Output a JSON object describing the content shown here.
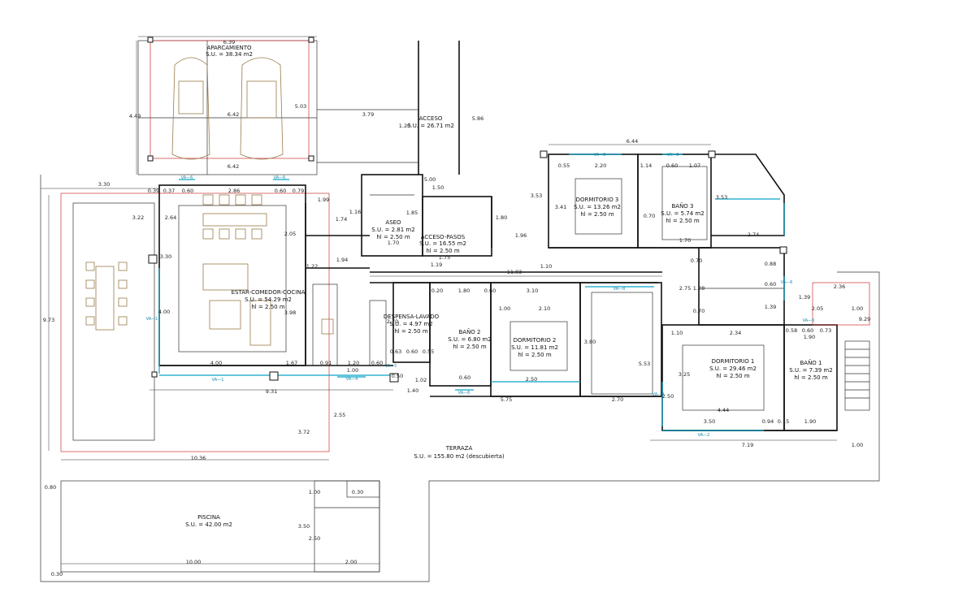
{
  "rooms": {
    "aparcamiento": {
      "name": "APARCAMIENTO",
      "area": "S.U. = 38.34 m2"
    },
    "acceso": {
      "name": "ACCESO",
      "area": "S.U. = 26.71 m2"
    },
    "aseo": {
      "name": "ASEO",
      "area": "S.U. = 2.81 m2",
      "height": "hl = 2.50 m"
    },
    "acceso_pasos": {
      "name": "ACCESO-PASOS",
      "area": "S.U. = 16.55 m2",
      "height": "hl = 2.50 m"
    },
    "dormitorio3": {
      "name": "DORMITORIO 3",
      "area": "S.U. = 13.26 m2",
      "height": "hl = 2.50 m"
    },
    "bano3": {
      "name": "BAÑO 3",
      "area": "S.U. = 5.74 m2",
      "height": "hl = 2.50 m"
    },
    "estar": {
      "name": "ESTAR-COMEDOR-COCINA",
      "area": "S.U. = 54.29 m2",
      "height": "hl = 2.50 m"
    },
    "despensa": {
      "name": "DESPENSA-LAVADO",
      "area": "S.U. = 4.97 m2",
      "height": "hl = 2.50 m"
    },
    "bano2": {
      "name": "BAÑO 2",
      "area": "S.U. = 6.80 m2",
      "height": "hl = 2.50 m"
    },
    "dormitorio2": {
      "name": "DORMITORIO 2",
      "area": "S.U. = 11.81 m2",
      "height": "hl = 2.50 m"
    },
    "dormitorio1": {
      "name": "DORMITORIO 1",
      "area": "S.U. = 29.46 m2",
      "height": "hl = 2.50 m"
    },
    "bano1": {
      "name": "BAÑO 1",
      "area": "S.U. = 7.39 m2",
      "height": "hl = 2.50 m"
    },
    "terraza": {
      "name": "TERRAZA",
      "area": "S.U. = 155.80 m2 (descubierta)"
    },
    "piscina": {
      "name": "PISCINA",
      "area": "S.U. = 42.00 m2"
    }
  },
  "windows": {
    "va1": "VA—1",
    "va2": "VA—2",
    "va3": "VA—3",
    "va4": "VA—4",
    "va5": "VA—5",
    "va6": "VA—6",
    "va8": "VA—8"
  },
  "dims": {
    "d_639": "6.39",
    "d_449": "4.49",
    "d_642a": "6.42",
    "d_503": "5.03",
    "d_642b": "6.42",
    "d_379": "3.79",
    "d_120": "1.20",
    "d_586": "5.86",
    "d_644": "6.44",
    "d_330": "3.30",
    "d_039": "0.39",
    "d_037": "0.37",
    "d_060a": "0.60",
    "d_286": "2.86",
    "d_060b": "0.60",
    "d_079": "0.79",
    "d_322": "3.22",
    "d_264": "2.64",
    "d_199": "1.99",
    "d_174": "1.74",
    "d_116": "1.16",
    "d_500": "5.00",
    "d_150": "1.50",
    "d_353": "3.53",
    "d_055": "0.55",
    "d_220": "2.20",
    "d_114": "1.14",
    "d_060c": "0.60",
    "d_107": "1.07",
    "d_341": "3.41",
    "d_180a": "1.80",
    "d_196": "1.96",
    "d_070a": "0.70",
    "d_170a": "1.70",
    "d_353b": "3.53",
    "d_274": "2.74",
    "d_170b": "1.70",
    "d_175": "1.75",
    "d_194": "1.94",
    "d_122": "1.22",
    "d_119": "1.19",
    "d_1103": "11.03",
    "d_110": "1.10",
    "d_070b": "0.70",
    "d_088": "0.88",
    "d_973": "9.73",
    "d_400a": "4.00",
    "d_020": "0.20",
    "d_180b": "1.80",
    "d_060d": "0.60",
    "d_310": "3.10",
    "d_100a": "1.00",
    "d_210": "2.10",
    "d_275": "2.75",
    "d_128": "1.28",
    "d_060e": "0.60",
    "d_139": "1.39",
    "d_070c": "0.70",
    "d_205": "2.05",
    "d_100b": "1.00",
    "d_236": "2.36",
    "d_139b": "1.39",
    "d_234": "2.34",
    "d_110b": "1.10",
    "d_058": "0.58",
    "d_060f": "0.60",
    "d_073": "0.73",
    "d_190a": "1.90",
    "d_929": "9.29",
    "d_400b": "4.00",
    "d_167": "1.67",
    "d_091": "0.91",
    "d_120b": "1.20",
    "d_060g": "0.60",
    "d_100c": "1.00",
    "d_063": "0.63",
    "d_060h": "0.60",
    "d_055b": "0.55",
    "d_060i": "0.60",
    "d_250a": "2.50",
    "d_380": "3.80",
    "d_553": "5.53",
    "d_325": "3.25",
    "d_931": "9.31",
    "d_140": "1.40",
    "d_575": "5.75",
    "d_270": "2.70",
    "d_250b": "2.50",
    "d_350": "3.50",
    "d_094": "0.94",
    "d_015": "0.15",
    "d_190b": "1.90",
    "d_444": "4.44",
    "d_719": "7.19",
    "d_100d": "1.00",
    "d_372": "3.72",
    "d_255": "2.55",
    "d_1036": "10.36",
    "d_080": "0.80",
    "d_100e": "1.00",
    "d_030": "0.30",
    "d_350b": "3.50",
    "d_250c": "2.50",
    "d_1000": "10.00",
    "d_200": "2.00",
    "d_030b": "0.30",
    "d_102": "1.02",
    "d_050": "0.50",
    "d_398": "3.98",
    "d_330b": "3.30",
    "d_205b": "2.05",
    "d_270b": "2.70",
    "d_185": "1.85"
  }
}
